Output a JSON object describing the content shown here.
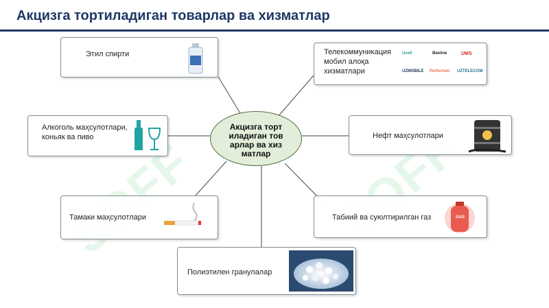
{
  "title": "Акцизга тортиладиган товарлар ва хизматлар",
  "watermark": "SOFF",
  "center_label": "Акцизга тортиладиган товарлар ва хизматлар",
  "nodes": {
    "ethyl": "Этил спирти",
    "telecom": "Телекоммуникация мобил алоқа хизматлари",
    "alcohol": "Алкоголь маҳсулотлари, коньяк ва пиво",
    "oil": "Нефт маҳсулотлари",
    "tobacco": "Тамаки маҳсулотлари",
    "gas": "Табиий ва суюлтирилган газ",
    "polyethylene": "Полиэтилен гранулалар"
  },
  "telecom_logos": [
    "Ucell",
    "Beeline",
    "UMS",
    "UZMOBILE",
    "Perfectum",
    "UZTELECOM"
  ],
  "gas_tank_label": "GAS",
  "colors": {
    "title": "#1f3864",
    "ellipse_fill": "#e2eeda",
    "watermark": "#2fbf5a",
    "tank": "#e85b4e"
  }
}
